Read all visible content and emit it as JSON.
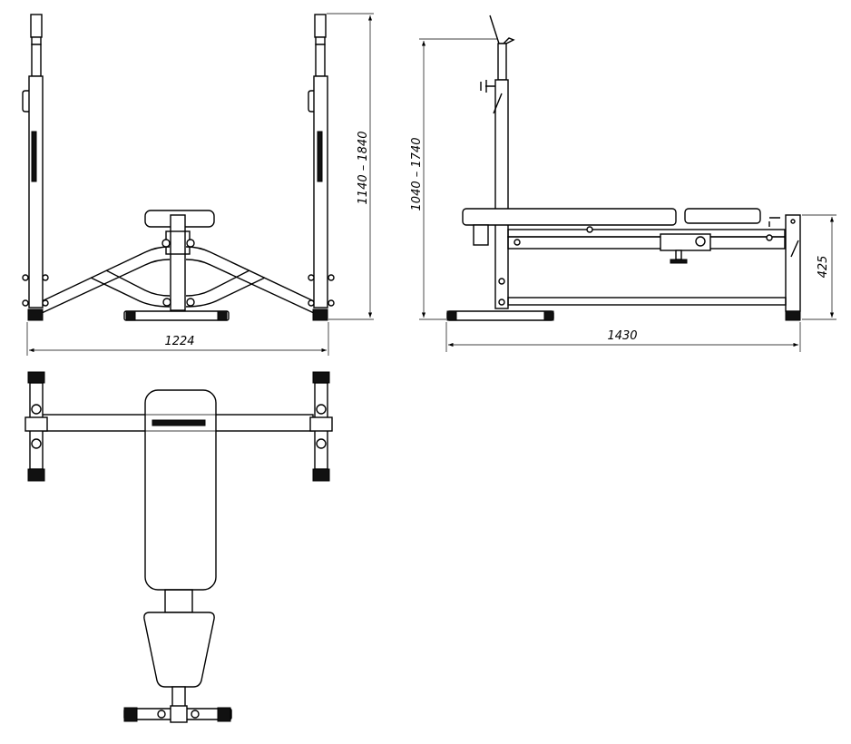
{
  "drawing": {
    "front_view": {
      "width_dim": "1224",
      "height_dim": "1140 – 1840"
    },
    "side_view": {
      "height_dim": "1040 – 1740",
      "length_dim": "1430",
      "seat_height_dim": "425"
    },
    "top_view": {},
    "colors": {
      "line": "#000000",
      "background": "#ffffff"
    }
  }
}
